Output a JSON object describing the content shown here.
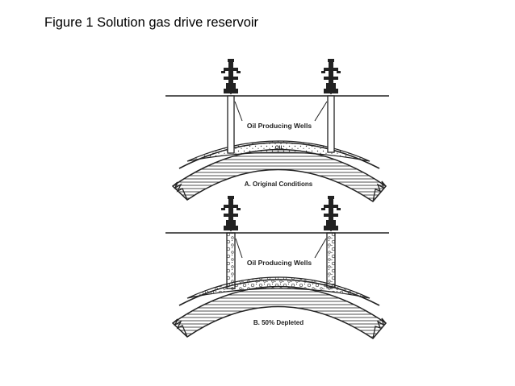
{
  "slide": {
    "title": "Figure 1 Solution gas drive reservoir"
  },
  "panel_a": {
    "wells_label": "Oil Producing Wells",
    "fluid_label": "OIL",
    "caption": "A. Original Conditions"
  },
  "panel_b": {
    "wells_label": "Oil Producing Wells",
    "caption": "B. 50% Depleted"
  },
  "colors": {
    "ink": "#222222",
    "background": "#ffffff"
  }
}
